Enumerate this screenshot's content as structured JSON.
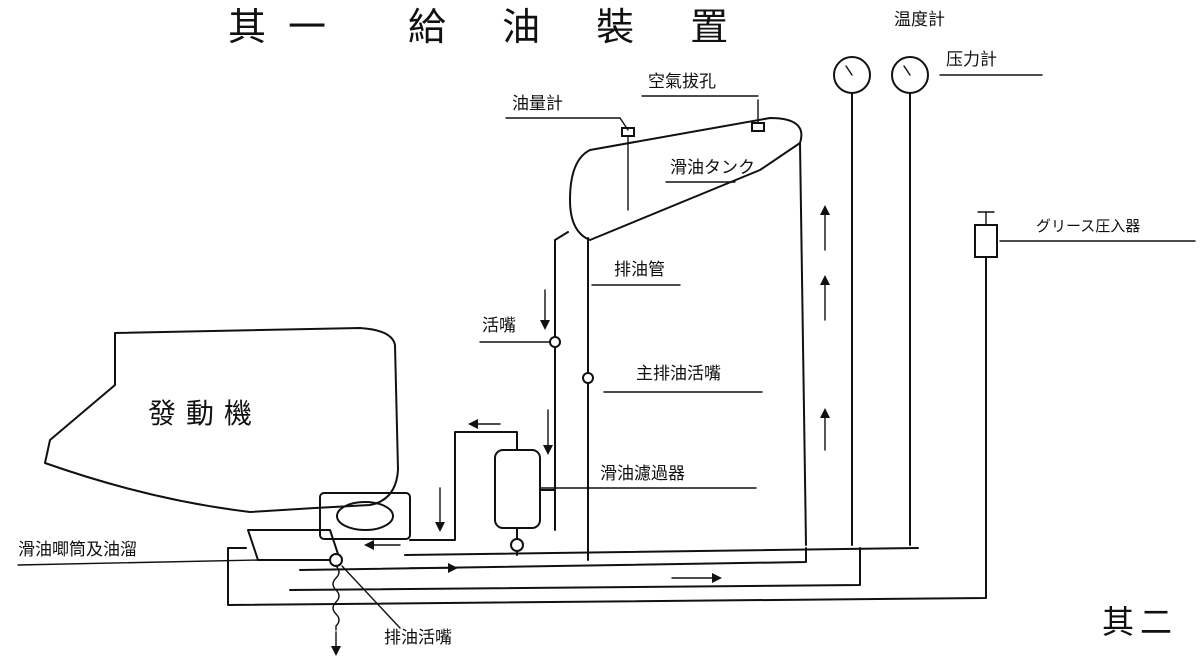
{
  "title": "其一　給 油 裝 置",
  "section_label": "其二",
  "labels": {
    "engine": "發動機",
    "oil_gauge": "油量計",
    "air_vent": "空氣拔孔",
    "oil_tank": "滑油タンク",
    "thermometer": "温度計",
    "pressure_gauge": "压力計",
    "grease_injector": "グリース圧入器",
    "drain_pipe": "排油管",
    "cock": "活嘴",
    "main_drain_cock": "主排油活嘴",
    "oil_filter": "滑油濾過器",
    "oil_pump_and_sump": "滑油唧筒及油溜",
    "drain_cock": "排油活嘴"
  }
}
